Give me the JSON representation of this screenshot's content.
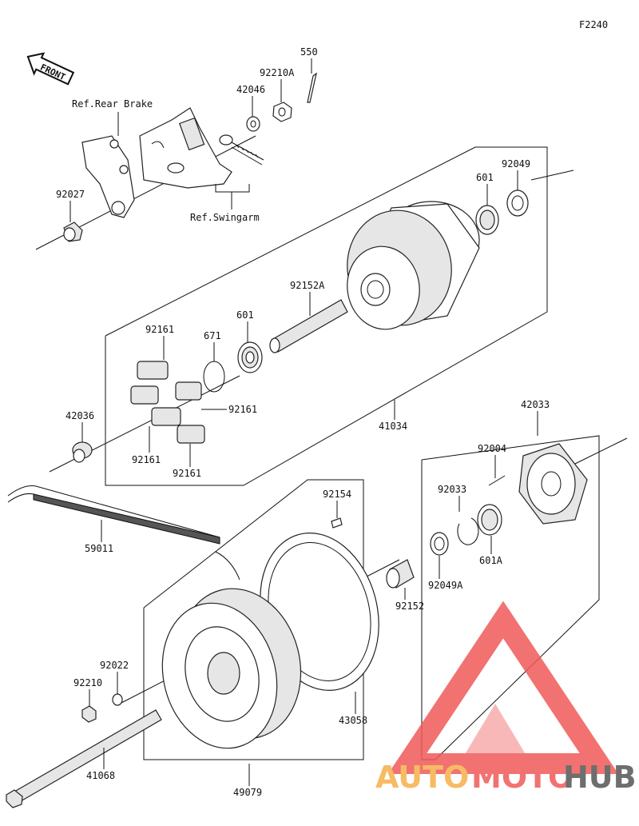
{
  "figure_code": "F2240",
  "front_label": "FRONT",
  "refs": {
    "rear_brake": "Ref.Rear Brake",
    "swingarm": "Ref.Swingarm"
  },
  "parts": [
    "550",
    "92210A",
    "42046",
    "92027",
    "92049",
    "601",
    "92152A",
    "601",
    "671",
    "92161",
    "92161",
    "42036",
    "92161",
    "92161",
    "41034",
    "42033",
    "92004",
    "92033",
    "601A",
    "92049A",
    "92152",
    "92154",
    "59011",
    "92022",
    "92210",
    "43058",
    "41068",
    "49079"
  ],
  "watermark": {
    "part1": "AUTO",
    "part2": "MOTO",
    "part3": "HUB",
    "colors": {
      "auto": "#f6b04a",
      "moto": "#f05a5a",
      "hub": "#555555"
    }
  },
  "colors": {
    "line": "#111111",
    "part_fill": "#e6e6e6",
    "background": "#ffffff"
  }
}
